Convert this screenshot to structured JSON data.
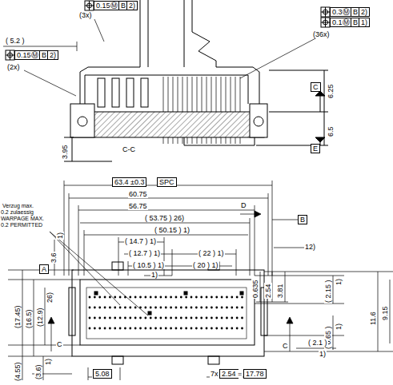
{
  "diagram": {
    "nodes": [
      {
        "text": [
          "C"
        ]
      },
      {
        "text": [
          "E"
        ]
      },
      {
        "text": [
          "B"
        ]
      },
      {
        "text": [
          "A"
        ]
      }
    ],
    "labels": [
      "0.15Ⓜ",
      "B",
      "2)",
      "(3x)",
      "( 5.2 )",
      "0.15Ⓜ",
      "B",
      "2)",
      "(2x)",
      "0.3Ⓜ",
      "B",
      "2)",
      "0.1Ⓜ",
      "B",
      "1)",
      "(36x)",
      "6.25",
      "6.5",
      "3.95",
      "C-C",
      "63.4 ±0.3",
      "SPC",
      "60.75",
      "56.75",
      "( 53.75 )  26)",
      "D",
      "( 50.15 )  1)",
      "( 14.7 )  1)",
      "12)",
      "( 12.7 )  1)",
      "( 22 )  1)",
      "( 10.5 )  1)",
      "( 20 )  1)",
      "1)",
      "Verzug max.",
      "0.2 zulaessig",
      "WARPAGE MAX.",
      "0.2 PERMITTED",
      "3.6",
      "1)",
      "(17.45)",
      "(16.5)",
      "(12.9)",
      "26)",
      "(4.55)",
      "(3.6)",
      "1)",
      "C",
      "C",
      "0.635",
      "2.54",
      "3.81",
      "( 2.15 )",
      "1)",
      "( 0.65 )",
      "1)",
      "11.6",
      "9.15",
      "( 2.1 )",
      "1)",
      "5.08",
      "7x",
      "2.54",
      "=",
      "17.78"
    ]
  }
}
